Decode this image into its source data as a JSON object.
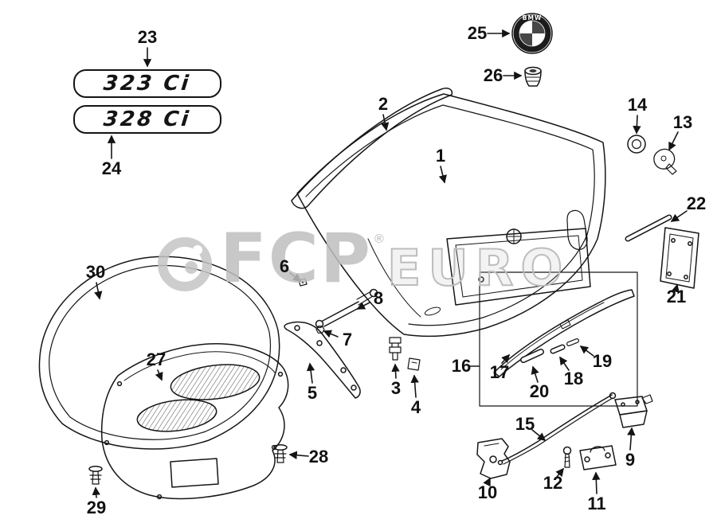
{
  "badges": {
    "top": "323 Ci",
    "bottom": "328 Ci"
  },
  "emblem": {
    "brand": "BMW"
  },
  "watermark": {
    "left": "FCP",
    "reg": "®",
    "right": "EURO"
  },
  "callouts": [
    "1",
    "2",
    "3",
    "4",
    "5",
    "6",
    "7",
    "8",
    "9",
    "10",
    "11",
    "12",
    "13",
    "14",
    "15",
    "16",
    "17",
    "18",
    "19",
    "20",
    "21",
    "22",
    "23",
    "24",
    "25",
    "26",
    "27",
    "28",
    "29",
    "30"
  ]
}
